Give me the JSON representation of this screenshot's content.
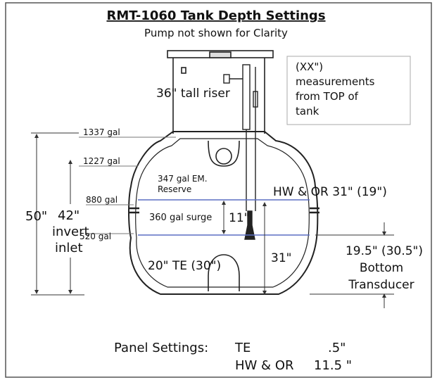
{
  "title": "RMT-1060 Tank Depth Settings",
  "subtitle": "Pump not shown for Clarity",
  "note_lines": [
    "(XX\")",
    "measurements",
    "from TOP of",
    "tank"
  ],
  "riser_label": "36\" tall riser",
  "gallon_labels": {
    "g1337": "1337 gal",
    "g1227": "1227 gal",
    "g880": "880 gal",
    "g520": "520 gal"
  },
  "reserve_lines": [
    "347 gal EM.",
    "Reserve"
  ],
  "surge_label": "360 gal surge",
  "surge_depth": "11\"",
  "height_label": "50\"",
  "invert_lines": [
    "42\"",
    "invert",
    "inlet"
  ],
  "hw_or_label": "HW & OR 31\" (19\")",
  "depth_31_label": "31\"",
  "te_label": "20\" TE (30\")",
  "transducer_lines": [
    "19.5\" (30.5\")",
    "Bottom",
    "Transducer"
  ],
  "panel": {
    "heading": "Panel Settings:",
    "te_name": "TE",
    "te_value": ".5\"",
    "hw_name": "HW & OR",
    "hw_value": "11.5 \""
  },
  "colors": {
    "level_line": "#5b6fc4",
    "stroke": "#222222",
    "frame": "#555555"
  }
}
